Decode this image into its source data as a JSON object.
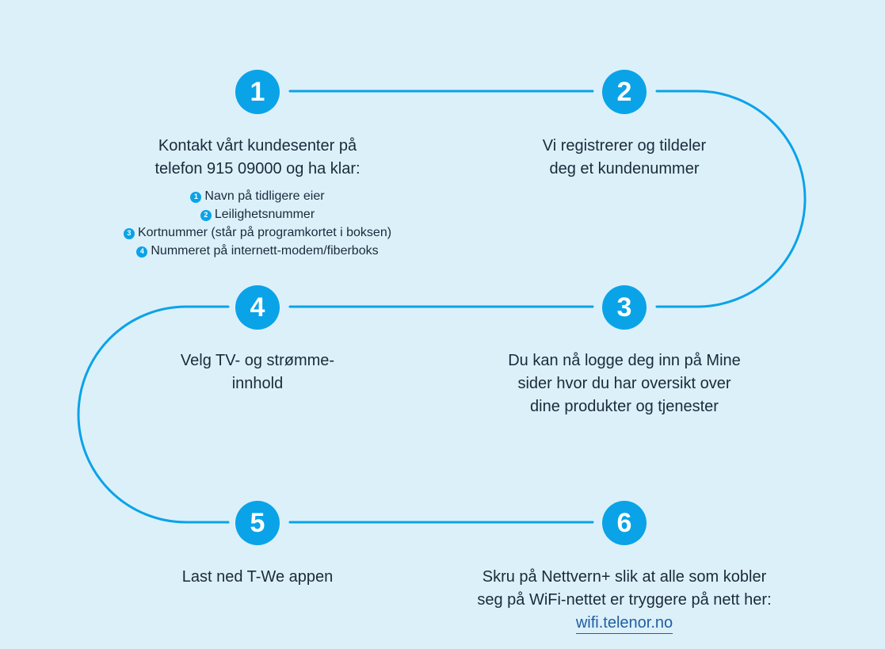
{
  "steps": [
    {
      "number": "1",
      "text_lines": [
        "Kontakt vårt kundesenter på",
        "telefon 915 09000 og ha klar:"
      ]
    },
    {
      "number": "2",
      "text_lines": [
        "Vi registrerer og tildeler",
        "deg et kundenummer"
      ]
    },
    {
      "number": "3",
      "text_lines": [
        "Du kan nå logge deg inn på Mine",
        "sider hvor du har oversikt over",
        "dine produkter og tjenester"
      ]
    },
    {
      "number": "4",
      "text_lines": [
        "Velg TV- og strømme-",
        "innhold"
      ]
    },
    {
      "number": "5",
      "text_lines": [
        "Last ned T-We appen"
      ]
    },
    {
      "number": "6",
      "text_lines": [
        "Skru på Nettvern+ slik at alle som kobler",
        "seg på WiFi-nettet er tryggere på nett her:"
      ],
      "link": "wifi.telenor.no"
    }
  ],
  "checklist": [
    {
      "number": "1",
      "label": "Navn på tidligere eier"
    },
    {
      "number": "2",
      "label": "Leilighetsnummer"
    },
    {
      "number": "3",
      "label": "Kortnummer (står på programkortet i boksen)"
    },
    {
      "number": "4",
      "label": "Nummeret på internett-modem/fiberboks"
    }
  ],
  "colors": {
    "background": "#dcf0fa",
    "accent": "#0aa3e8",
    "text": "#1b2a3a",
    "link": "#1f5fa0"
  }
}
